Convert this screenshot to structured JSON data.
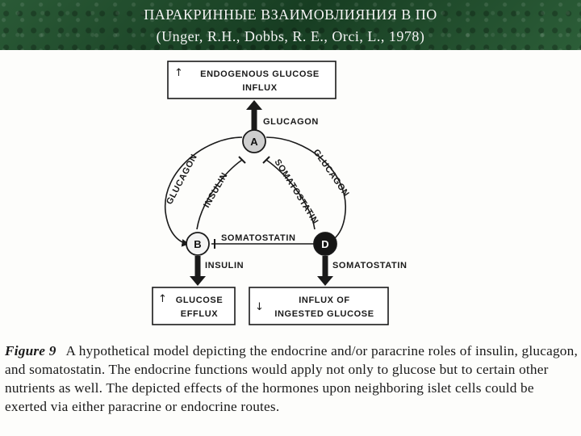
{
  "header": {
    "title": "ПАРАКРИННЫЕ  ВЗАИМОВЛИЯНИЯ  В  ПО",
    "citation": "(Unger, R.H.,  Dobbs, R. E., Orci, L., 1978)"
  },
  "diagram": {
    "boxes": {
      "endogenous": {
        "arrow": "↑",
        "line1": "ENDOGENOUS GLUCOSE",
        "line2": "INFLUX"
      },
      "glucose_efflux": {
        "arrow": "↑",
        "line1": "GLUCOSE",
        "line2": "EFFLUX"
      },
      "ingested": {
        "arrow": "↓",
        "line1": "INFLUX OF",
        "line2": "INGESTED GLUCOSE"
      }
    },
    "cells": {
      "a": "A",
      "b": "B",
      "d": "D"
    },
    "labels": {
      "glucagon_top": "GLUCAGON",
      "glucagon_left": "GLUCAGON",
      "insulin_diag": "INSULIN",
      "somatostatin_diag": "SOMATOSTATIN",
      "glucagon_right": "GLUCAGON",
      "somatostatin_mid": "SOMATOSTATIN",
      "insulin_bottom": "INSULIN",
      "somatostatin_bottom": "SOMATOSTATIN"
    }
  },
  "caption": {
    "figure_label": "Figure 9",
    "text": "A hypothetical model depicting the endocrine and/or paracrine roles of insulin, glucagon, and somatostatin. The endocrine functions would apply not only to glucose but to certain other nutrients as well. The depicted effects of the hormones upon neighboring islet cells could be exerted via either paracrine or endocrine routes."
  },
  "colors": {
    "header_bg": "#1f4a2c",
    "header_text": "#f3f3f3",
    "ink": "#1a1a1a"
  }
}
